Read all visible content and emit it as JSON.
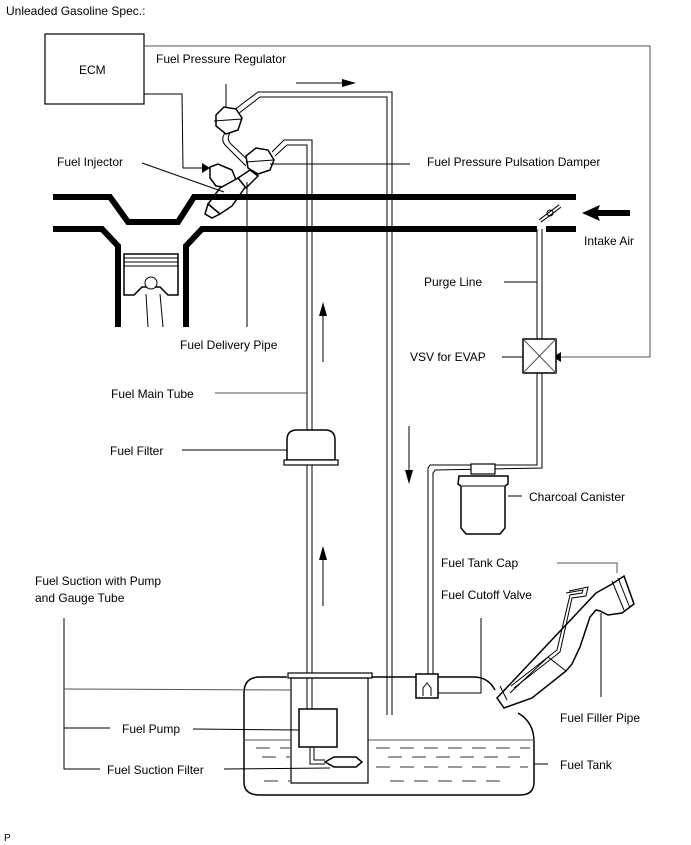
{
  "title": "Unleaded Gasoline Spec.:",
  "footer_code": "P",
  "components": {
    "ecm": "ECM",
    "fuel_pressure_regulator": "Fuel Pressure Regulator",
    "fuel_injector": "Fuel Injector",
    "fuel_pressure_pulsation_damper": "Fuel Pressure Pulsation Damper",
    "intake_air": "Intake Air",
    "purge_line": "Purge Line",
    "fuel_delivery_pipe": "Fuel Delivery Pipe",
    "vsv_for_evap": "VSV for EVAP",
    "fuel_main_tube": "Fuel Main Tube",
    "fuel_filter": "Fuel Filter",
    "charcoal_canister": "Charcoal Canister",
    "fuel_tank_cap": "Fuel Tank Cap",
    "fuel_suction_line1": "Fuel Suction with Pump",
    "fuel_suction_line2": "and Gauge Tube",
    "fuel_cutoff_valve": "Fuel Cutoff Valve",
    "fuel_pump": "Fuel Pump",
    "fuel_filler_pipe": "Fuel Filler Pipe",
    "fuel_suction_filter": "Fuel Suction Filter",
    "fuel_tank": "Fuel Tank"
  },
  "flow_arrows": [
    {
      "id": "return-top",
      "direction": "right"
    },
    {
      "id": "main-upper",
      "direction": "up"
    },
    {
      "id": "main-lower",
      "direction": "up"
    },
    {
      "id": "return-down",
      "direction": "down"
    },
    {
      "id": "intake-air",
      "direction": "left"
    }
  ]
}
